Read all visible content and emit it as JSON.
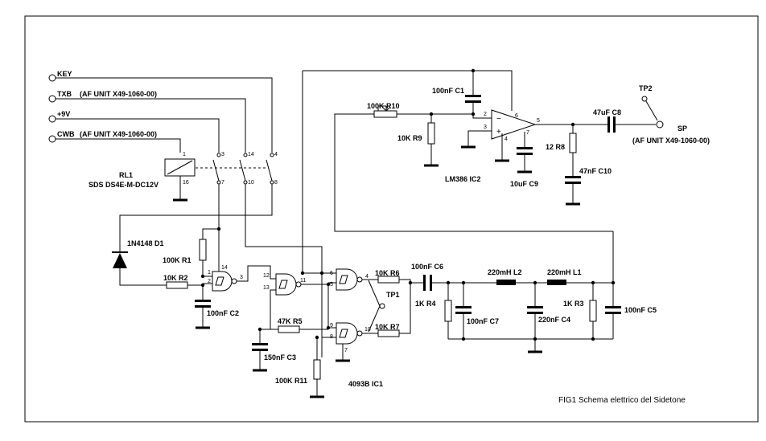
{
  "terminals": {
    "key": "KEY",
    "txb": "TXB",
    "txb_note": "(AF UNIT X49-1060-00)",
    "plus9v": "+9V",
    "cwb": "CWB",
    "cwb_note": "(AF UNIT X49-1060-00)"
  },
  "relay": {
    "ref": "RL1",
    "part": "SDS DS4E-M-DC12V",
    "pins": [
      "1",
      "16",
      "3",
      "7",
      "14",
      "10",
      "4",
      "8"
    ]
  },
  "components": {
    "d1": "1N4148 D1",
    "r1": "100K R1",
    "r2": "10K R2",
    "c2": "100nF C2",
    "r5": "47K R5",
    "c3": "150nF C3",
    "r11": "100K R11",
    "ic1": "4093B IC1",
    "r6": "10K R6",
    "r7": "10K R7",
    "tp1": "TP1",
    "c6": "100nF C6",
    "r4": "1K R4",
    "c7": "100nF C7",
    "l2": "220mH L2",
    "c4": "220nF C4",
    "l1": "220mH L1",
    "r3": "1K R3",
    "c5": "100nF C5",
    "r10": "100K R10",
    "r9": "10K R9",
    "c1": "100nF C1",
    "ic2": "LM386 IC2",
    "c9": "10uF C9",
    "r8": "12 R8",
    "c10": "47nF C10",
    "c8": "47uF C8",
    "tp2": "TP2",
    "sp": "SP",
    "sp_note": "(AF UNIT X49-1060-00)"
  },
  "pins": {
    "g1": [
      "1",
      "2",
      "3",
      "14"
    ],
    "g2": [
      "12",
      "13",
      "11"
    ],
    "g3": [
      "6",
      "5",
      "4"
    ],
    "g4": [
      "9",
      "8",
      "10",
      "7"
    ],
    "ic2": [
      "2",
      "3",
      "6",
      "4",
      "5",
      "7"
    ]
  },
  "caption": "FIG1 Schema elettrico del Sidetone"
}
